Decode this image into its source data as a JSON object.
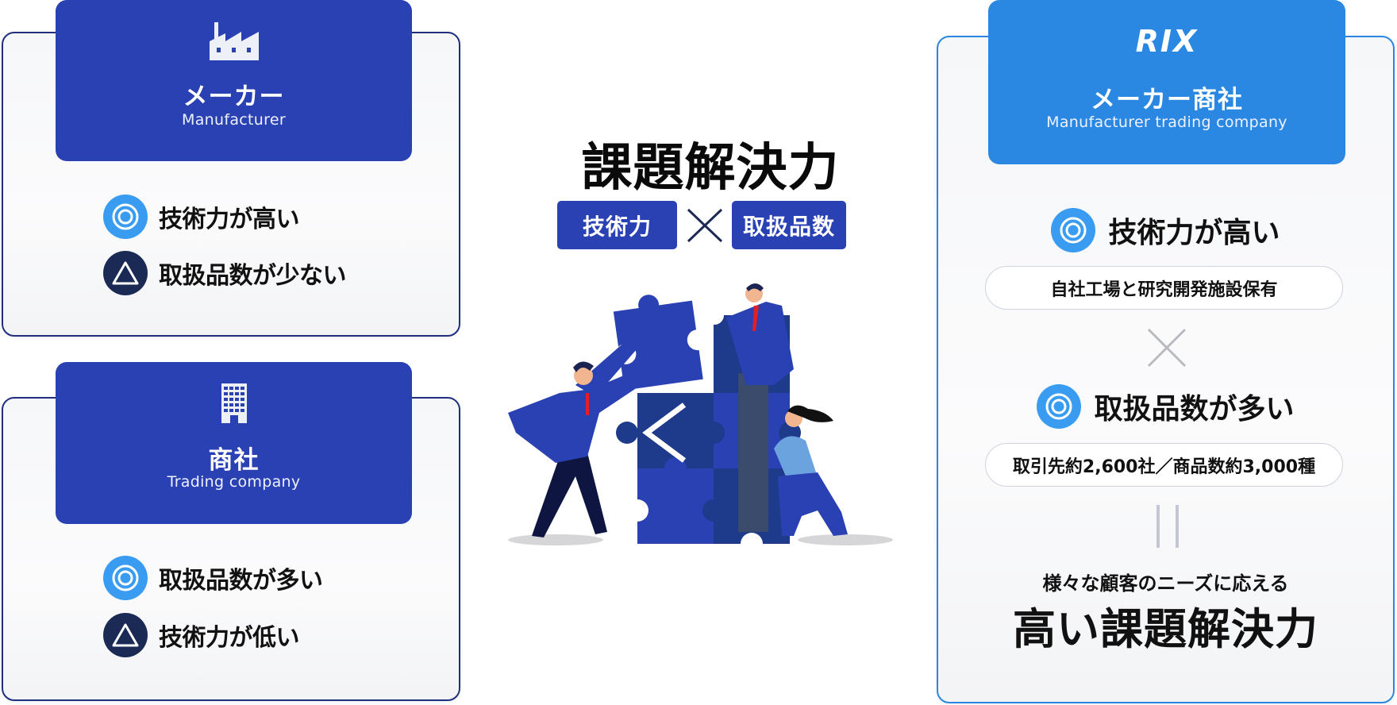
{
  "center": {
    "title": "課題解決力",
    "tag_left": "技術力",
    "tag_right": "取扱品数",
    "operator": "×",
    "illustration": "people-assembling-puzzle-pieces",
    "compare_symbol": "<"
  },
  "manufacturer": {
    "icon": "factory-icon",
    "title_jp": "メーカー",
    "title_en": "Manufacturer",
    "items": [
      {
        "type": "double-circle",
        "label": "技術力が高い"
      },
      {
        "type": "triangle",
        "label": "取扱品数が少ない"
      }
    ]
  },
  "trading": {
    "icon": "building-icon",
    "title_jp": "商社",
    "title_en": "Trading company",
    "items": [
      {
        "type": "double-circle",
        "label": "取扱品数が多い"
      },
      {
        "type": "triangle",
        "label": "技術力が低い"
      }
    ]
  },
  "rix": {
    "logo": "RIX",
    "title_jp": "メーカー商社",
    "title_en": "Manufacturer trading company",
    "item1": {
      "type": "double-circle",
      "label": "技術力が高い"
    },
    "pill1": "自社工場と研究開発施設保有",
    "operator": "×",
    "item2": {
      "type": "double-circle",
      "label": "取扱品数が多い"
    },
    "pill2": "取引先約2,600社／商品数約3,000種",
    "equals": "=",
    "conclusion_sub": "様々な顧客のニーズに応える",
    "conclusion_main": "高い課題解決力"
  },
  "colors": {
    "navy_tab": "#2a41b4",
    "blue_tab": "#2a88e2",
    "navy_border": "#1f2f7e",
    "blue_border": "#2a86e0",
    "good_badge": "#3a9cf0",
    "bad_badge": "#1a2a55"
  }
}
